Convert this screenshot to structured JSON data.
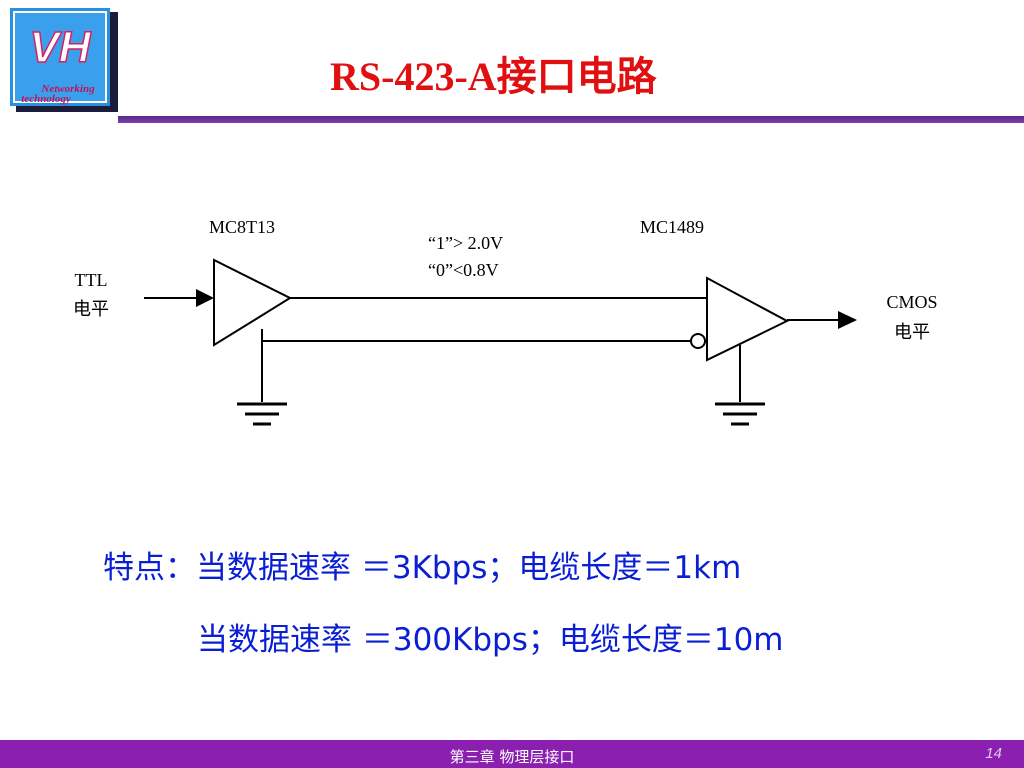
{
  "slide": {
    "title": "RS-423-A接口电路",
    "logo": {
      "monogram": "VH",
      "text_line1": "Networking",
      "text_line2": "technology"
    }
  },
  "diagram": {
    "driver_label": "MC8T13",
    "receiver_label": "MC1489",
    "logic_one": "“1”> 2.0V",
    "logic_zero": "“0”<0.8V",
    "input_level": {
      "line1": "TTL",
      "line2": "电平"
    },
    "output_level": {
      "line1": "CMOS",
      "line2": "电平"
    }
  },
  "features": {
    "line1": "特点：当数据速率 ＝3Kbps；电缆长度＝1km",
    "line2": "当数据速率 ＝300Kbps；电缆长度＝10m"
  },
  "footer": {
    "chapter": "第三章  物理层接口",
    "page": "14"
  },
  "colors": {
    "title": "#e01010",
    "features": "#0a1fd4",
    "footer_bg": "#8b1fb0",
    "rule": "#6a3399"
  }
}
